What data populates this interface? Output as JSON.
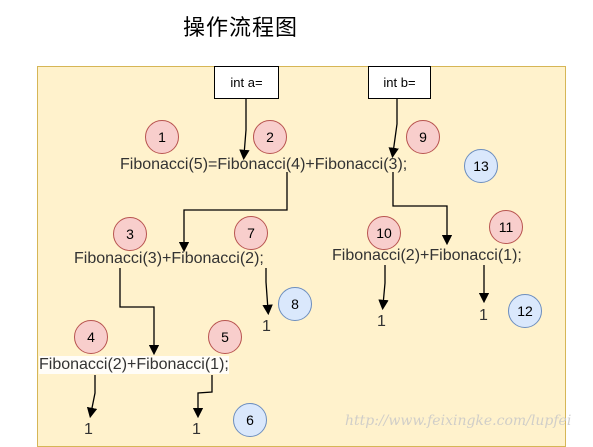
{
  "title": "操作流程图",
  "boxes": {
    "a": "int a=",
    "b": "int b="
  },
  "expressions": {
    "top": "Fibonacci(5)=Fibonacci(4)+Fibonacci(3);",
    "left": "Fibonacci(3)+Fibonacci(2);",
    "right": "Fibonacci(2)+Fibonacci(1);",
    "bottom": "Fibonacci(2)+Fibonacci(1);"
  },
  "results": {
    "r1": "1",
    "r2": "1",
    "r3": "1",
    "r4": "1",
    "r5": "1"
  },
  "steps": {
    "s1": "1",
    "s2": "2",
    "s3": "3",
    "s4": "4",
    "s5": "5",
    "s6": "6",
    "s7": "7",
    "s8": "8",
    "s9": "9",
    "s10": "10",
    "s11": "11",
    "s12": "12",
    "s13": "13"
  },
  "colors": {
    "step_red": "#f8cecc",
    "step_blue": "#dae8fc",
    "canvas": "#fff2cc"
  },
  "watermark": "http://www.feixingke.com/lupfei"
}
